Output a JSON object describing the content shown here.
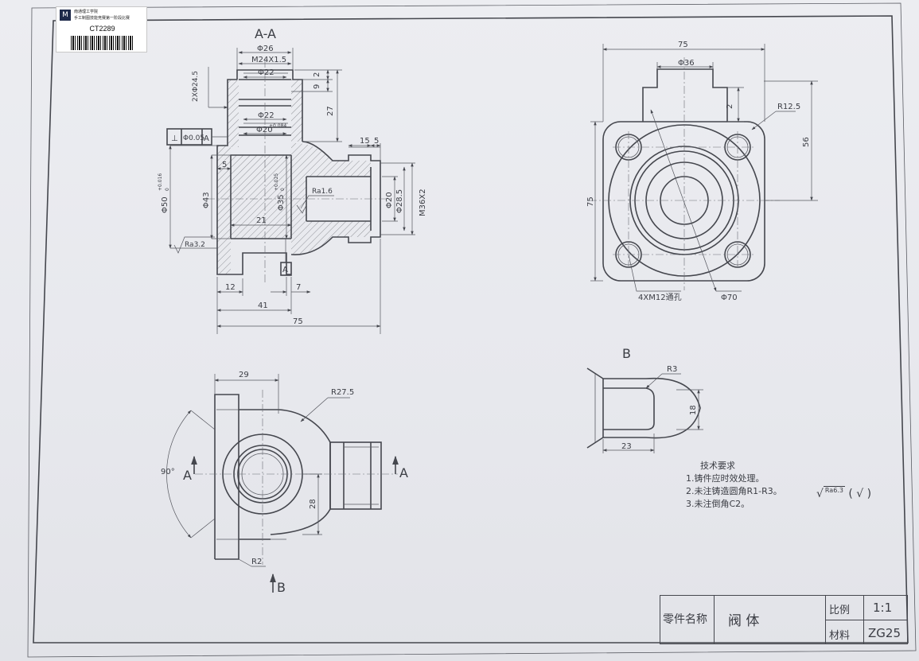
{
  "sticker": {
    "logo": "M",
    "org": "南通理工学院",
    "subtitle": "手工制图技能竞赛第一阶段比赛",
    "code": "CT2289"
  },
  "views": {
    "section_title": "A-A",
    "view_b_title": "B",
    "cut_plane_label": "A",
    "view_b_arrow_label": "B"
  },
  "dimensions": {
    "d26": "Φ26",
    "thread": "M24X1.5",
    "d22_top": "Φ22",
    "d22_mid": "Φ22",
    "d20_tol": "Φ20",
    "d20_tol_upper": "+0.084",
    "d35_tol": "Φ35",
    "d35_tol_upper": "+0.025",
    "d35_tol_lower": "0",
    "holes_2x": "2XΦ24.5",
    "d43": "Φ43",
    "d50_tol": "Φ50",
    "d50_tol_upper": "+0.016",
    "d50_tol_lower": "0",
    "d20_side": "Φ20",
    "d28_5": "Φ28.5",
    "m36": "M36X2",
    "two": "2",
    "nine": "9",
    "twentyseven": "27",
    "fifteen": "15",
    "five_top": "5",
    "five_left": "5",
    "twentyone": "21",
    "twelve": "12",
    "seven": "7",
    "fortyone": "41",
    "seventyfive_bottom": "75",
    "seventyfive_top": "75",
    "d36_top": "Φ36",
    "two_right": "2",
    "r12_5": "R12.5",
    "fiftysix": "56",
    "seventyfive_left": "75",
    "holes_4x": "4XM12通孔",
    "d70": "Φ70",
    "twentynine": "29",
    "r27_5": "R27.5",
    "ninety": "90°",
    "twentyeight": "28",
    "r2": "R2",
    "r3": "R3",
    "eighteen": "18",
    "twentythree": "23",
    "ra1_6": "Ra1.6",
    "ra3_2": "Ra3.2",
    "gtol_symbol": "⊥",
    "gtol_value": "Φ0.05",
    "gtol_datum": "A",
    "datum_a": "A"
  },
  "notes": {
    "title": "技术要求",
    "items": [
      "1.铸件应时效处理。",
      "2.未注铸造圆角R1-R3。",
      "3.未注倒角C2。"
    ]
  },
  "roughness_global": {
    "value": "Ra6.3",
    "suffix": "( √ )"
  },
  "title_block": {
    "part_label": "零件名称",
    "part_name": "阀 体",
    "scale_label": "比例",
    "scale_value": "1:1",
    "material_label": "材料",
    "material_value": "ZG25"
  }
}
